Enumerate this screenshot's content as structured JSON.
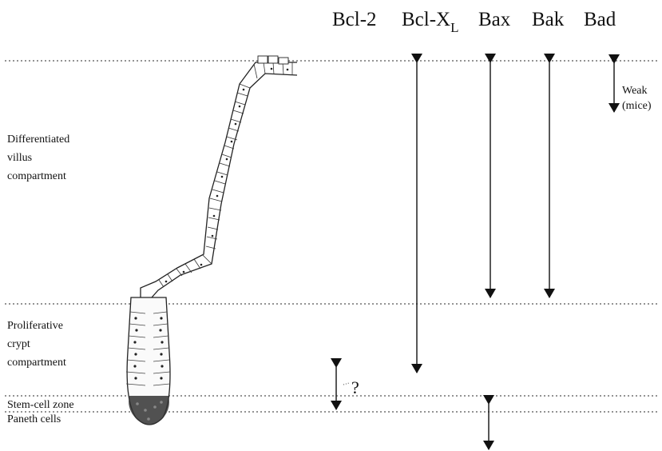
{
  "columns": {
    "bcl2": "Bcl-2",
    "bclxl_main": "Bcl-X",
    "bclxl_sub": "L",
    "bax": "Bax",
    "bak": "Bak",
    "bad": "Bad"
  },
  "regions": {
    "villus": [
      "Differentiated",
      "villus",
      "compartment"
    ],
    "crypt": [
      "Proliferative",
      "crypt",
      "compartment"
    ],
    "stem": "Stem-cell zone",
    "paneth": "Paneth cells"
  },
  "annotations": {
    "bcl2_question": "?",
    "bad_note_line1": "Weak",
    "bad_note_line2": "(mice)"
  }
}
